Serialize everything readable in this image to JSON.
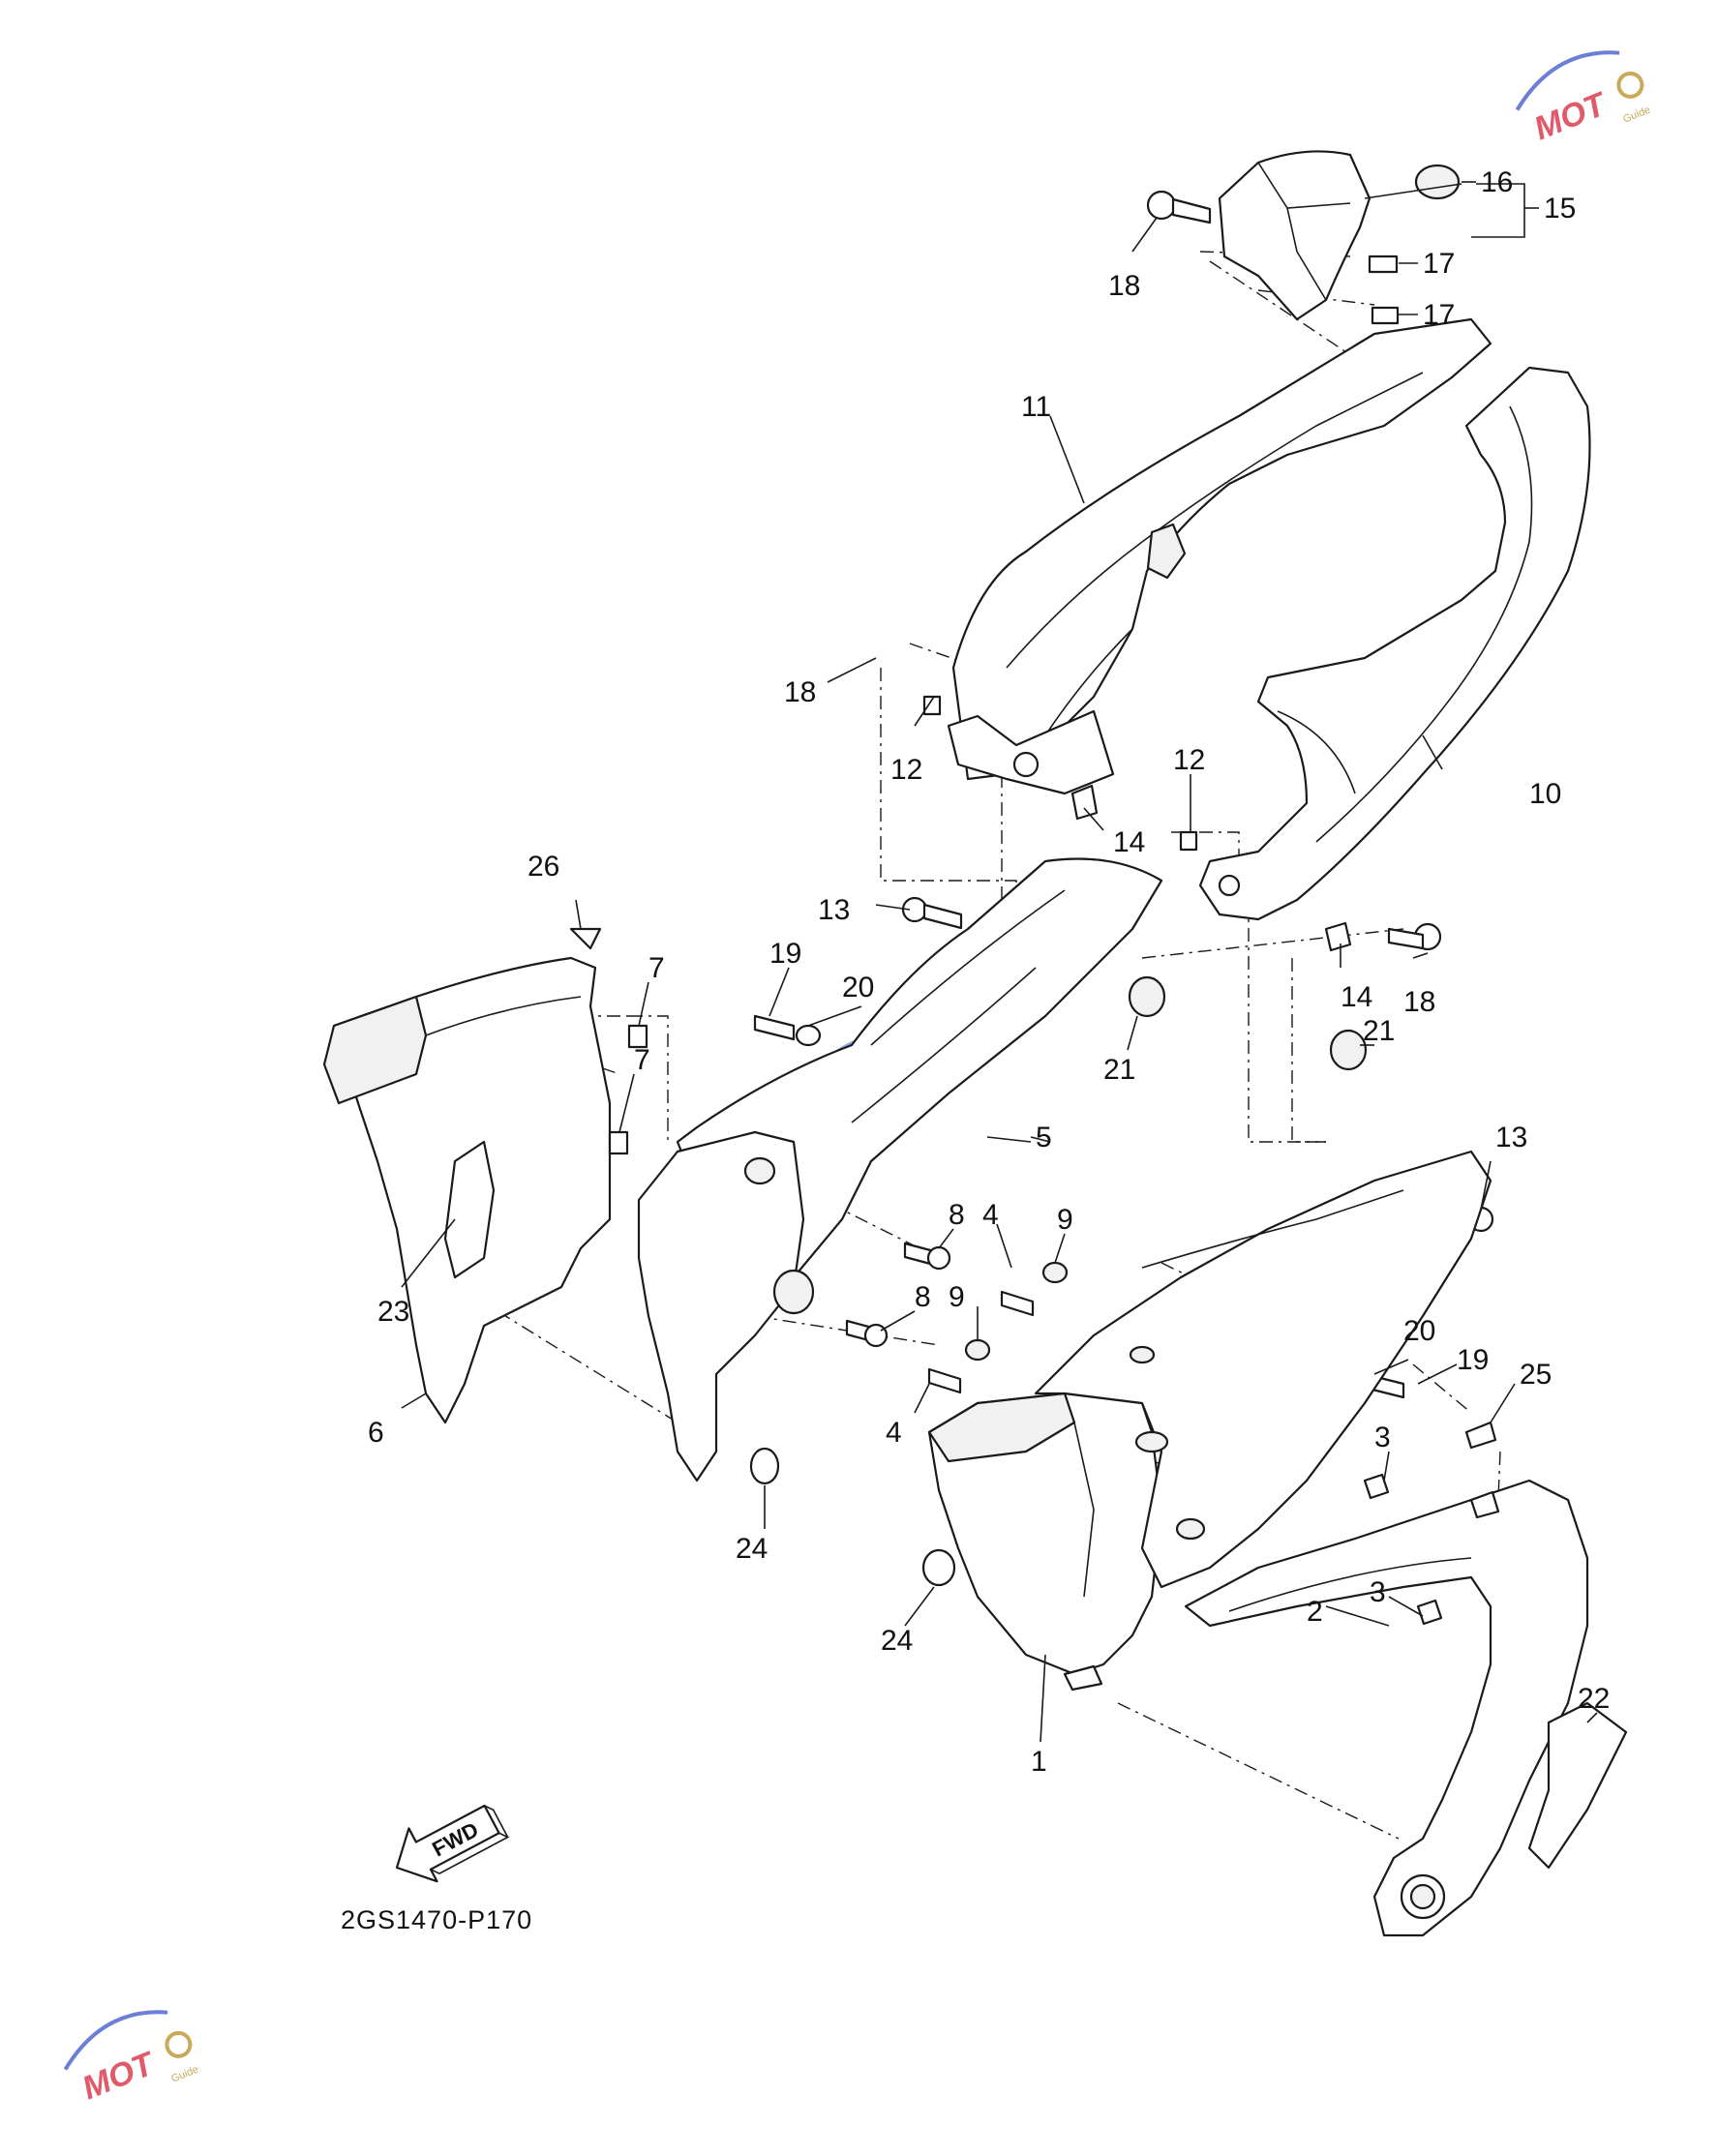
{
  "diagram": {
    "drawing_code": "2GS1470-P170",
    "fwd_label": "FWD",
    "watermark_text": "MOT",
    "watermark_subtext": "Guide",
    "colors": {
      "line": "#1a1a1a",
      "paper": "#ffffff",
      "watermark_red": "#e05a6a",
      "watermark_blue": "#6a7fd6",
      "watermark_gold": "#c9a95a"
    },
    "callouts": {
      "c1": "1",
      "c2": "2",
      "c3a": "3",
      "c3b": "3",
      "c4a": "4",
      "c4b": "4",
      "c5": "5",
      "c6": "6",
      "c7a": "7",
      "c7b": "7",
      "c8a": "8",
      "c8b": "8",
      "c9a": "9",
      "c9b": "9",
      "c10": "10",
      "c11": "11",
      "c12a": "12",
      "c12b": "12",
      "c13a": "13",
      "c13b": "13",
      "c14a": "14",
      "c14b": "14",
      "c15": "15",
      "c16": "16",
      "c17a": "17",
      "c17b": "17",
      "c18a": "18",
      "c18b": "18",
      "c18c": "18",
      "c19a": "19",
      "c19b": "19",
      "c20a": "20",
      "c20b": "20",
      "c21a": "21",
      "c21b": "21",
      "c22": "22",
      "c23": "23",
      "c24a": "24",
      "c24b": "24",
      "c25": "25",
      "c26": "26"
    }
  }
}
